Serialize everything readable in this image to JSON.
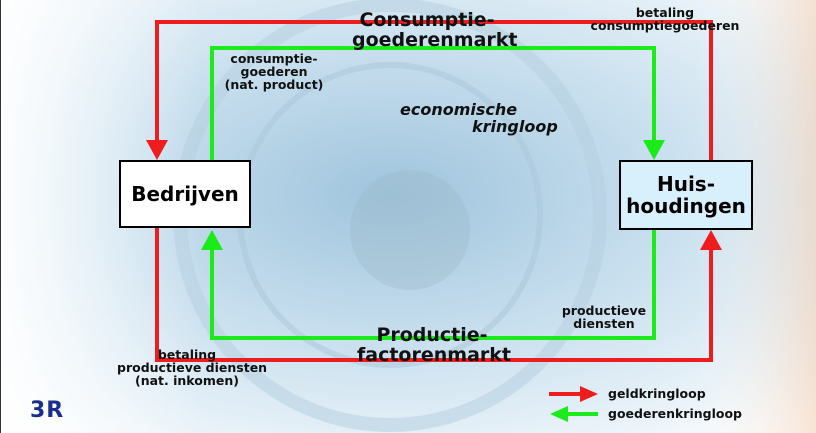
{
  "nodes": {
    "bedrijven": "Bedrijven",
    "huishoudingen_line1": "Huis-",
    "huishoudingen_line2": "houdingen"
  },
  "markets": {
    "consumptie_line1": "Consumptie-",
    "consumptie_line2": "goederenmarkt",
    "productie_line1": "Productie-",
    "productie_line2": "factorenmarkt"
  },
  "flows": {
    "betaling_cons_line1": "betaling",
    "betaling_cons_line2": "consumptiegoederen",
    "cons_goederen_line1": "consumptie-",
    "cons_goederen_line2": "goederen",
    "cons_goederen_line3": "(nat. product)",
    "prod_diensten_line1": "productieve",
    "prod_diensten_line2": "diensten",
    "betaling_prod_line1": "betaling",
    "betaling_prod_line2": "productieve diensten",
    "betaling_prod_line3": "(nat. inkomen)"
  },
  "center_title_line1": "economische",
  "center_title_line2": "kringloop",
  "legend": {
    "money": "geldkringloop",
    "goods": "goederenkringloop"
  },
  "logo": "3R",
  "colors": {
    "money": "#ee1c1c",
    "goods": "#1bea1b",
    "box_fill": "#ffffff",
    "box_fill_right": "#d8f0fb"
  }
}
